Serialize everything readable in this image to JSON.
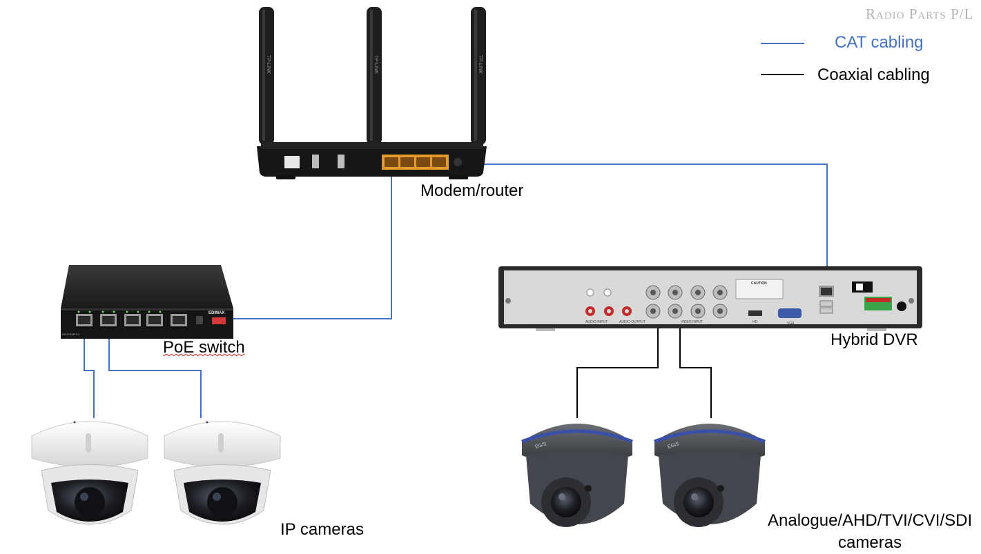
{
  "watermark": "Radio Parts P/L",
  "legend": {
    "cat": {
      "label": "CAT cabling",
      "color": "#4472c4"
    },
    "coax": {
      "label": "Coaxial cabling",
      "color": "#000000"
    }
  },
  "labels": {
    "router": "Modem/router",
    "poe_switch": "PoE switch",
    "dvr": "Hybrid DVR",
    "ip_cameras": "IP cameras",
    "analogue_line1": "Analogue/AHD/TVI/CVI/SDI",
    "analogue_line2": "cameras"
  },
  "device_text": {
    "router_brand": "TP-LINK",
    "switch_brand": "EDIMAX",
    "switch_model": "ES-5104PH V",
    "dvr_caution": "CAUTION",
    "dvr_hdmi": "HD",
    "dvr_vga": "VGA",
    "dvr_audio_input": "AUDIO INPUT",
    "dvr_audio_output": "AUDIO OUTPUT",
    "dvr_video_input": "VIDEO INPUT",
    "camera_brand": "EGIS"
  },
  "colors": {
    "device_dark": "#1c1c1c",
    "dvr_panel": "#d9d9d9",
    "dvr_body": "#2a2a2a",
    "port_orange": "#e59a2c",
    "camera_white": "#f2f2f2",
    "camera_grey": "#4a4d52",
    "camera_blue_ring": "#3a4fa8"
  }
}
